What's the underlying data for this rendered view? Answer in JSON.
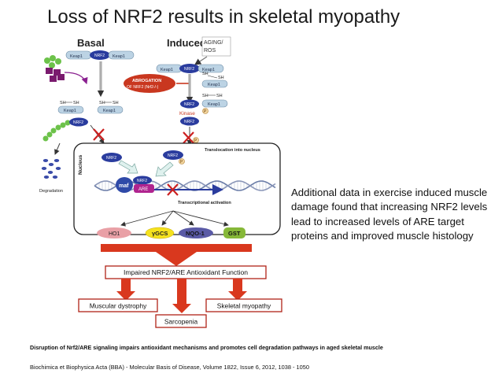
{
  "slide": {
    "title": "Loss of NRF2 results in skeletal myopathy",
    "side_note": "Additional data in exercise induced muscle damage found that increasing NRF2 levels lead to increased levels of ARE target proteins and improved muscle histology",
    "caption": "Disruption of Nrf2/ARE signaling impairs antioxidant mechanisms and promotes cell degradation pathways in aged skeletal muscle",
    "citation": "Biochimica et Biophysica Acta (BBA) - Molecular Basis of Disease, Volume 1822, Issue 6, 2012, 1038 - 1050"
  },
  "diagram": {
    "basal": "Basal",
    "induced": "Induced",
    "aging_ros_1": "AGING/",
    "aging_ros_2": "ROS",
    "keap1": "Keap1",
    "nrf2": "NRF2",
    "sh": "SH",
    "abrogation_1": "ABROGATION",
    "abrogation_2": "OF NRF2 (Nrf2-/-)",
    "kinase": "Kinase",
    "p": "P",
    "nucleus": "Nucleus",
    "translocation": "Translocation into nucleus",
    "degradation": "Degradation",
    "maf": "maf",
    "are": "ARE",
    "transcriptional": "Transcriptional activation",
    "targets": [
      "HO1",
      "γGCS",
      "NQO-1",
      "GST"
    ],
    "impaired": "Impaired NRF2/ARE Antioxidant Function",
    "outcomes": {
      "dystrophy": "Muscular dystrophy",
      "sarcopenia": "Sarcopenia",
      "myopathy": "Skeletal myopathy"
    }
  },
  "colors": {
    "keap1": "#bcd3e4",
    "nrf2": "#2a3c9e",
    "degradation": "#3a4ba8",
    "abrogation": "#c9371f",
    "maf": "#2f4aa8",
    "are": "#b0248f",
    "arrow_red": "#d9381e",
    "ho1": "#e9a0a6",
    "ggcs": "#f5e21e",
    "nqo1": "#5a5aa6",
    "gst": "#86b838",
    "outcome_border": "#b02418",
    "ubiquitin": "#6cc24a",
    "proteasome": "#7a1a6e"
  }
}
